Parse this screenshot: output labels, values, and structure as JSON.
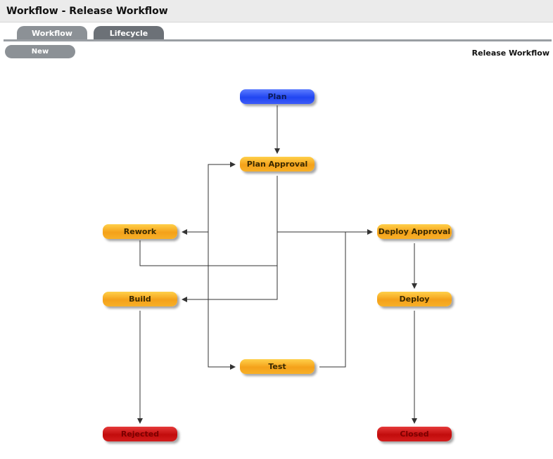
{
  "header": {
    "title": "Workflow - Release Workflow"
  },
  "tabs": [
    {
      "label": "Workflow"
    },
    {
      "label": "Lifecycle"
    }
  ],
  "toolbar": {
    "new_label": "New"
  },
  "workflow_name": "Release Workflow",
  "colors": {
    "start": "#2146f2",
    "intermediate": "#f4a11a",
    "end": "#c20c0c"
  },
  "nodes": {
    "plan": "Plan",
    "plan_approval": "Plan Approval",
    "rework": "Rework",
    "deploy_approval": "Deploy Approval",
    "build": "Build",
    "deploy": "Deploy",
    "test": "Test",
    "rejected": "Rejected",
    "closed": "Closed"
  }
}
